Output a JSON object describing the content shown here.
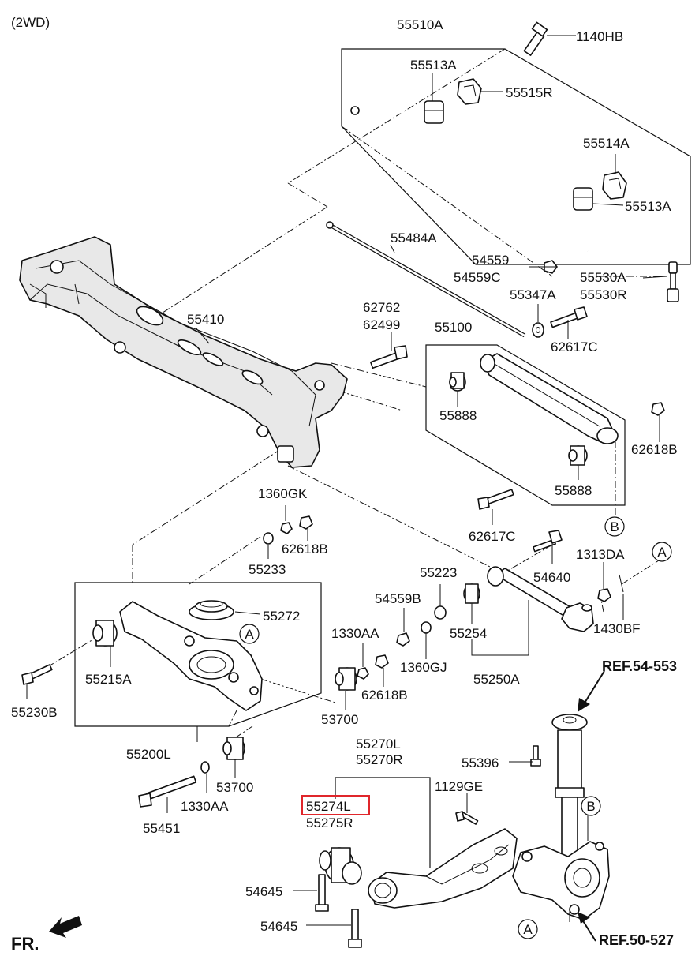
{
  "variant": "(2WD)",
  "front_label": "FR.",
  "labels": {
    "p55510A": "55510A",
    "p1140HB": "1140HB",
    "p55513A_top": "55513A",
    "p55515R": "55515R",
    "p55514A": "55514A",
    "p55513A_right": "55513A",
    "p55484A": "55484A",
    "p54559": "54559",
    "p54559C": "54559C",
    "p55530A": "55530A",
    "p55530R": "55530R",
    "p55347A": "55347A",
    "p62762": "62762",
    "p62499": "62499",
    "p55410": "55410",
    "p55100": "55100",
    "p62617C_top": "62617C",
    "p55888_top": "55888",
    "p62618B_right": "62618B",
    "p55888_low": "55888",
    "p1360GK": "1360GK",
    "p62618B_mid": "62618B",
    "p55233": "55233",
    "p62617C_mid": "62617C",
    "p54640": "54640",
    "p1313DA": "1313DA",
    "p55223": "55223",
    "p54559B": "54559B",
    "p55272": "55272",
    "p1330AA_mid": "1330AA",
    "p55254": "55254",
    "p1430BF": "1430BF",
    "p55215A": "55215A",
    "p1360GJ": "1360GJ",
    "p62618B_low": "62618B",
    "p55250A": "55250A",
    "p55230B": "55230B",
    "p53700_mid": "53700",
    "p55200L": "55200L",
    "p55270L": "55270L",
    "p55270R": "55270R",
    "p53700_low": "53700",
    "p1330AA_low": "1330AA",
    "p55451": "55451",
    "p1129GE": "1129GE",
    "p55274L": "55274L",
    "p55275R": "55275R",
    "p55396": "55396",
    "p54645_a": "54645",
    "p54645_b": "54645",
    "ref_top": "REF.54-553",
    "ref_bottom": "REF.50-527"
  },
  "callouts": {
    "A1": "A",
    "A2": "A",
    "A3": "A",
    "B1": "B",
    "B2": "B"
  },
  "highlight_part": "55274L",
  "colors": {
    "line": "#111111",
    "highlight": "#e0262b",
    "background": "#ffffff"
  }
}
